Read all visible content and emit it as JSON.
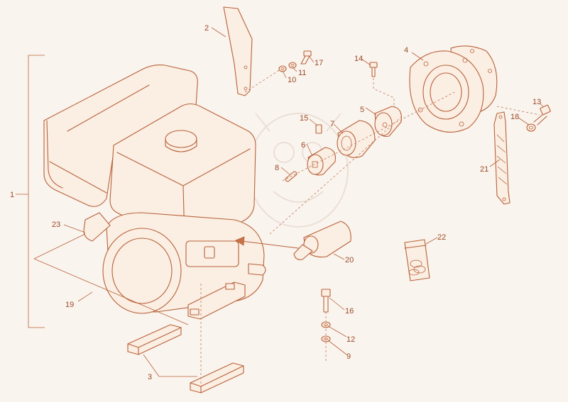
{
  "diagram": {
    "accent_color": "#b8623a",
    "background_color": "#faf4ee",
    "callouts": {
      "c1": "1",
      "c2": "2",
      "c3": "3",
      "c4": "4",
      "c5": "5",
      "c6": "6",
      "c7": "7",
      "c8": "8",
      "c9": "9",
      "c10": "10",
      "c11": "11",
      "c12": "12",
      "c13": "13",
      "c14": "14",
      "c15": "15",
      "c16": "16",
      "c17": "17",
      "c18": "18",
      "c19": "19",
      "c20": "20",
      "c21": "21",
      "c22": "22",
      "c23": "23"
    }
  }
}
